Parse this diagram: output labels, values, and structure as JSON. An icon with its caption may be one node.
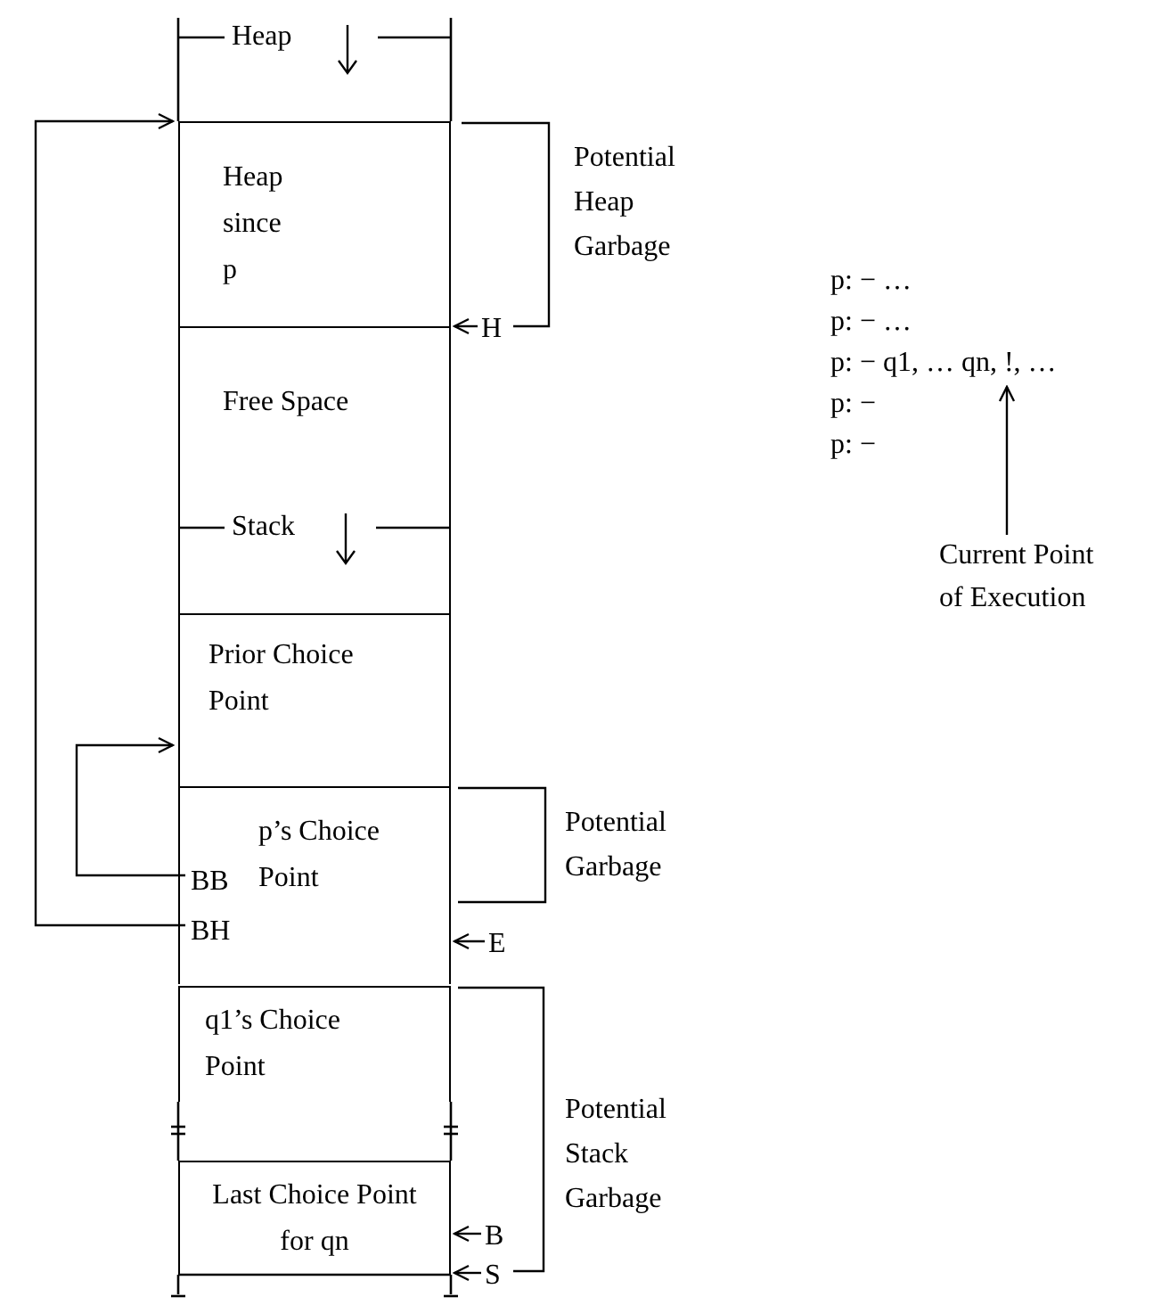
{
  "diagram": {
    "nodes": [
      {
        "text": [
          "Heap since p"
        ]
      },
      {
        "text": [
          "Free Space"
        ]
      },
      {
        "text": [
          "Prior Choice Point"
        ]
      },
      {
        "text": [
          "p’s Choice Point"
        ]
      },
      {
        "text": [
          "BB"
        ],
        "in": 3
      },
      {
        "text": [
          "BH"
        ],
        "in": 3
      },
      {
        "text": [
          "q1’s Choice Point"
        ]
      },
      {
        "text": [
          "Last Choice Point for qn"
        ]
      },
      {
        "text": [
          "H"
        ]
      },
      {
        "text": [
          "E"
        ]
      },
      {
        "text": [
          "B"
        ]
      },
      {
        "text": [
          "S"
        ]
      },
      {
        "text": [
          "p: − q1, … qn, !, …"
        ]
      },
      {
        "text": [
          "Current Point of Execution"
        ]
      }
    ],
    "edges": [
      {
        "from": 4,
        "to": 2,
        "arrow": "to"
      },
      {
        "from": 5,
        "to": 0,
        "arrow": "to"
      },
      {
        "from": 8,
        "to": 0,
        "arrow": "to"
      },
      {
        "from": 9,
        "to": 3,
        "arrow": "to"
      },
      {
        "from": 10,
        "to": 7,
        "arrow": "to"
      },
      {
        "from": 11,
        "to": 7,
        "arrow": "to"
      },
      {
        "from": 13,
        "to": 12,
        "arrow": "to"
      }
    ],
    "labels": [
      "Heap",
      "Stack",
      "Potential Heap Garbage",
      "Potential Garbage",
      "Potential Stack Garbage",
      "p: − …",
      "p: − …",
      "p: −",
      "p: −"
    ]
  }
}
